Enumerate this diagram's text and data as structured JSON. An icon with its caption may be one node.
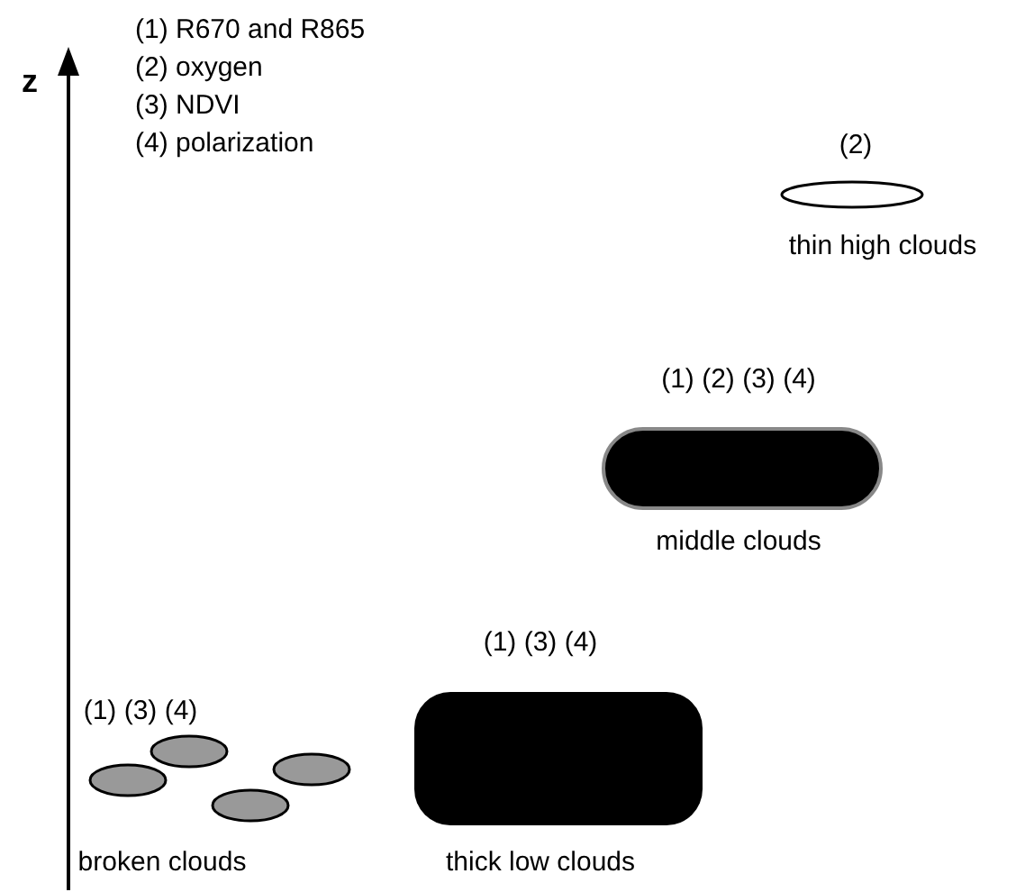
{
  "diagram": {
    "nodes": [
      {
        "text": [],
        "shape": "cloud",
        "beside": [
          "(2)",
          "thin high clouds"
        ]
      },
      {
        "text": [],
        "shape": "cloud",
        "beside": [
          "(1) (2) (3) (4)",
          "middle clouds"
        ]
      },
      {
        "text": [],
        "shape": "cloud",
        "beside": [
          "(1) (3) (4)",
          "thick low clouds"
        ]
      },
      {
        "text": [],
        "shape": "cloud",
        "beside": [
          "(1) (3) (4)",
          "broken clouds"
        ]
      }
    ],
    "labels": [
      "z",
      "(1) R670 and R865",
      "(2) oxygen",
      "(3) NDVI",
      "(4) polarization"
    ]
  }
}
